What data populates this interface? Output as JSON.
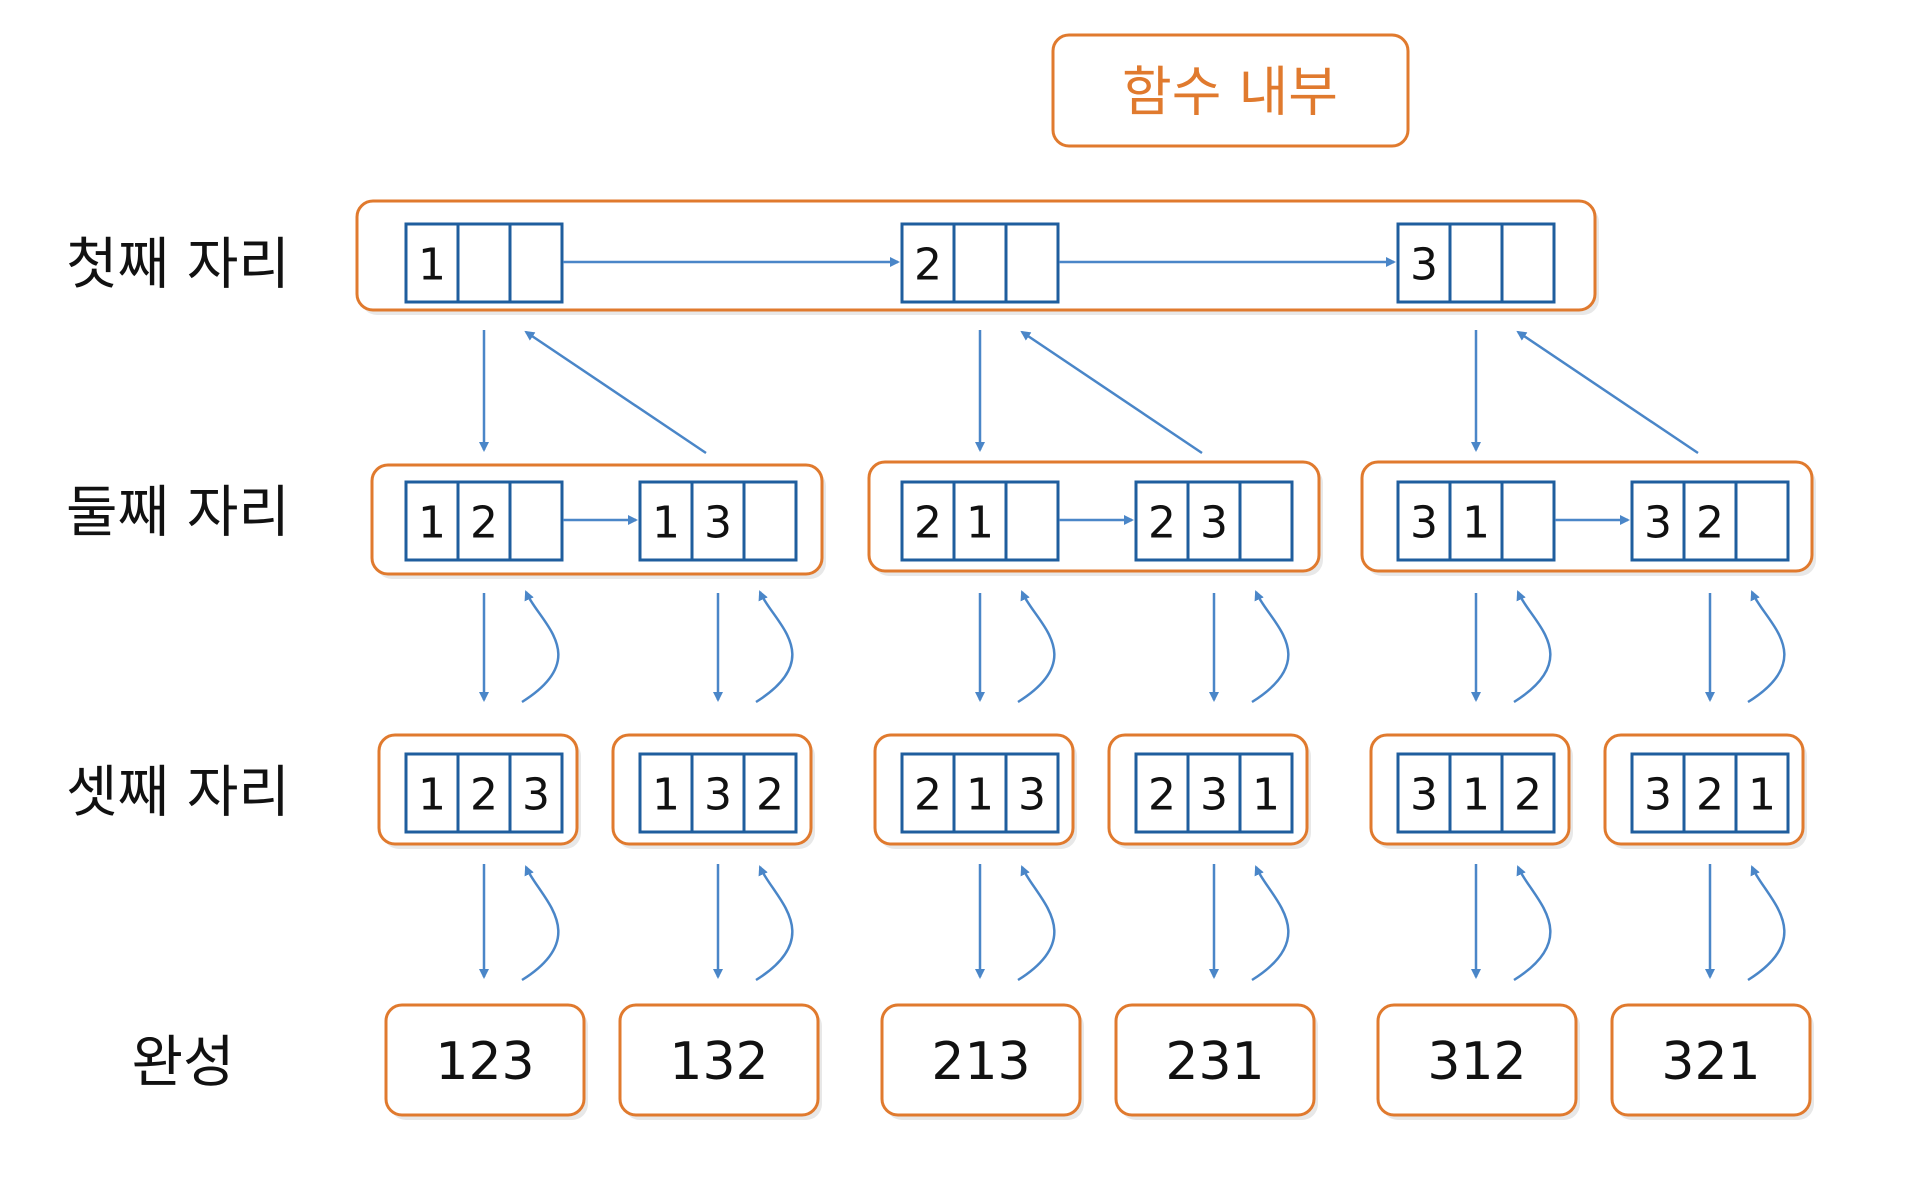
{
  "title": "함수 내부",
  "row_labels": [
    "첫째 자리",
    "둘째 자리",
    "셋째 자리",
    "완성"
  ],
  "colors": {
    "container_border": "#E07A2E",
    "title_text": "#E07A2E",
    "cell_border": "#1F5E9E",
    "arrow": "#4A86C8",
    "text": "#111111"
  },
  "level1": {
    "arrays": [
      [
        "1",
        "",
        ""
      ],
      [
        "2",
        "",
        ""
      ],
      [
        "3",
        "",
        ""
      ]
    ]
  },
  "level2": {
    "groups": [
      [
        [
          "1",
          "2",
          ""
        ],
        [
          "1",
          "3",
          ""
        ]
      ],
      [
        [
          "2",
          "1",
          ""
        ],
        [
          "2",
          "3",
          ""
        ]
      ],
      [
        [
          "3",
          "1",
          ""
        ],
        [
          "3",
          "2",
          ""
        ]
      ]
    ]
  },
  "level3": {
    "arrays": [
      [
        "1",
        "2",
        "3"
      ],
      [
        "1",
        "3",
        "2"
      ],
      [
        "2",
        "1",
        "3"
      ],
      [
        "2",
        "3",
        "1"
      ],
      [
        "3",
        "1",
        "2"
      ],
      [
        "3",
        "2",
        "1"
      ]
    ]
  },
  "results": [
    "123",
    "132",
    "213",
    "231",
    "312",
    "321"
  ]
}
